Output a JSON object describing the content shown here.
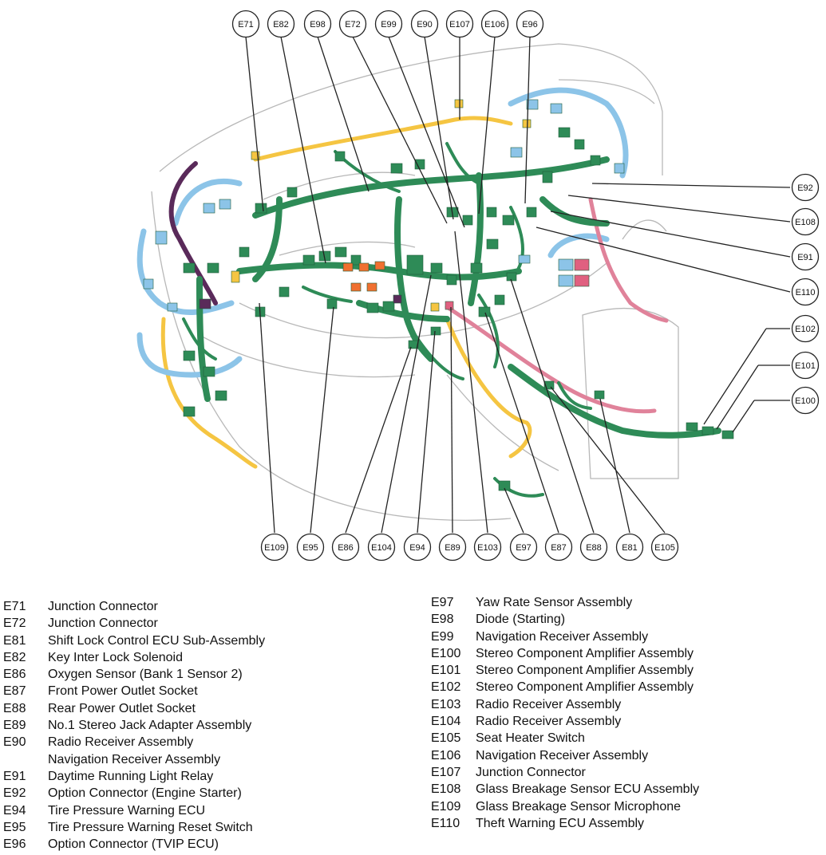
{
  "connectors_top": [
    "E71",
    "E82",
    "E98",
    "E72",
    "E99",
    "E90",
    "E107",
    "E106",
    "E96"
  ],
  "connectors_right": [
    "E92",
    "E108",
    "E91",
    "E110",
    "E102",
    "E101",
    "E100"
  ],
  "connectors_bottom": [
    "E109",
    "E95",
    "E86",
    "E104",
    "E94",
    "E89",
    "E103",
    "E97",
    "E87",
    "E88",
    "E81",
    "E105"
  ],
  "legend_left": [
    {
      "code": "E71",
      "label": "Junction Connector"
    },
    {
      "code": "E72",
      "label": "Junction Connector"
    },
    {
      "code": "E81",
      "label": "Shift Lock Control ECU Sub-Assembly"
    },
    {
      "code": "E82",
      "label": "Key Inter Lock Solenoid"
    },
    {
      "code": "E86",
      "label": "Oxygen Sensor (Bank 1 Sensor 2)"
    },
    {
      "code": "E87",
      "label": "Front Power Outlet Socket"
    },
    {
      "code": "E88",
      "label": "Rear Power Outlet Socket"
    },
    {
      "code": "E89",
      "label": "No.1 Stereo Jack Adapter Assembly"
    },
    {
      "code": "E90",
      "label": "Radio Receiver Assembly"
    },
    {
      "code": "",
      "label": "Navigation Receiver Assembly"
    },
    {
      "code": "E91",
      "label": "Daytime Running Light Relay"
    },
    {
      "code": "E92",
      "label": "Option Connector (Engine Starter)"
    },
    {
      "code": "E94",
      "label": "Tire Pressure Warning ECU"
    },
    {
      "code": "E95",
      "label": "Tire Pressure Warning Reset Switch"
    },
    {
      "code": "E96",
      "label": "Option Connector (TVIP ECU)"
    }
  ],
  "legend_right": [
    {
      "code": "E97",
      "label": "Yaw Rate Sensor Assembly"
    },
    {
      "code": "E98",
      "label": "Diode (Starting)"
    },
    {
      "code": "E99",
      "label": "Navigation Receiver Assembly"
    },
    {
      "code": "E100",
      "label": "Stereo Component Amplifier Assembly"
    },
    {
      "code": "E101",
      "label": "Stereo Component Amplifier Assembly"
    },
    {
      "code": "E102",
      "label": "Stereo Component Amplifier Assembly"
    },
    {
      "code": "E103",
      "label": "Radio Receiver Assembly"
    },
    {
      "code": "E104",
      "label": "Radio Receiver Assembly"
    },
    {
      "code": "E105",
      "label": "Seat Heater Switch"
    },
    {
      "code": "E106",
      "label": "Navigation Receiver Assembly"
    },
    {
      "code": "E107",
      "label": "Junction Connector"
    },
    {
      "code": "E108",
      "label": "Glass Breakage Sensor ECU Assembly"
    },
    {
      "code": "E109",
      "label": "Glass Breakage Sensor Microphone"
    },
    {
      "code": "E110",
      "label": "Theft Warning ECU Assembly"
    }
  ],
  "colors": {
    "harness_green": "#2e8b57",
    "harness_blue": "#8cc4e8",
    "harness_yellow": "#f5c542",
    "harness_pink": "#e0829a",
    "harness_purple": "#5a2a5a",
    "harness_orange": "#f07030",
    "outline": "#b8b8b8"
  }
}
